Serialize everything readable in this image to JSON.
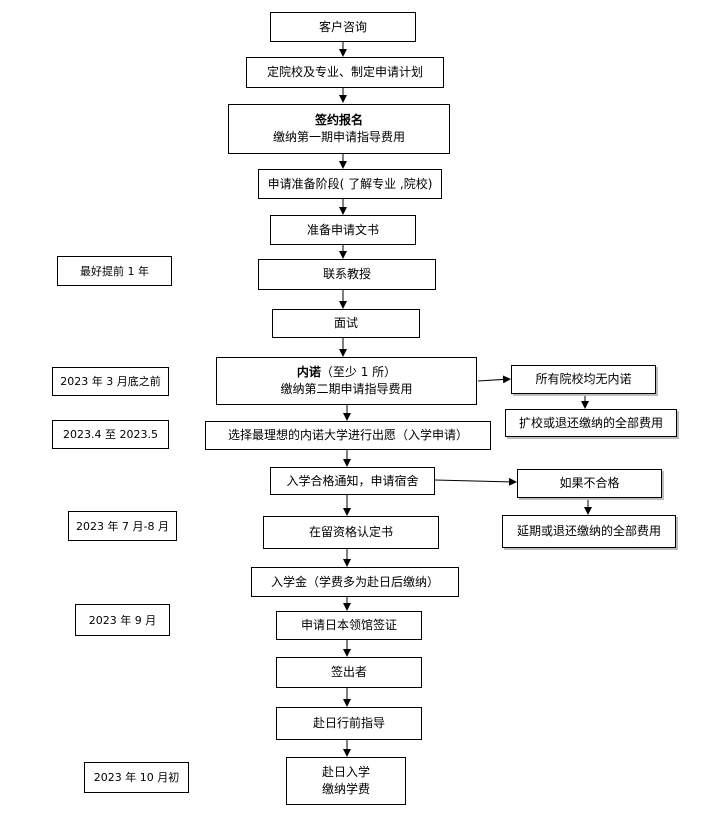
{
  "flow": {
    "consult": "客户咨询",
    "plan": "定院校及专业、制定申请计划",
    "sign_title": "签约报名",
    "sign_fee": "缴纳第一期申请指导费用",
    "prepare": "申请准备阶段( 了解专业 ,院校)",
    "docs": "准备申请文书",
    "contact": "联系教授",
    "interview": "面试",
    "naidaku_title": "内诺",
    "naidaku_sub": "（至少 1 所）",
    "naidaku_fee": "缴纳第二期申请指导费用",
    "choose": "选择最理想的内诺大学进行出愿（入学申请）",
    "admit": "入学合格通知，申请宿舍",
    "coe": "在留资格认定书",
    "enroll_fee": "入学金（学费多为赴日后缴纳）",
    "visa_apply": "申请日本领馆签证",
    "visa_issued": "签出者",
    "guidance": "赴日行前指导",
    "arrive_line1": "赴日入学",
    "arrive_line2": "缴纳学费"
  },
  "side": {
    "no_offer": "所有院校均无内诺",
    "no_offer_result": "扩校或退还缴纳的全部费用",
    "fail": "如果不合格",
    "fail_result": "延期或退还缴纳的全部费用"
  },
  "timeline": {
    "advance": "最好提前 1 年",
    "t1": "2023 年 3 月底之前",
    "t2": "2023.4 至 2023.5",
    "t3": "2023 年 7 月-8 月",
    "t4": "2023 年 9 月",
    "t5": "2023 年 10 月初"
  }
}
